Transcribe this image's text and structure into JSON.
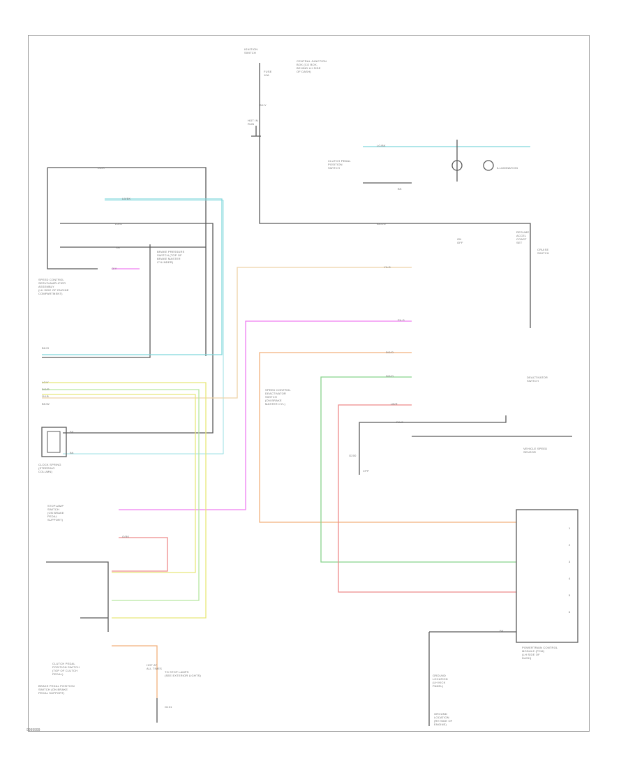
{
  "labels": {
    "ignition_switch": "IGNITION\nSWITCH",
    "central_junction_box": "CENTRAL JUNCTION\nBOX (C/J BOX,\nBEHIND LH SIDE\nOF DASH)",
    "fuse": "FUSE\n10A",
    "hot_in_run": "HOT IN\nRUN",
    "clutch_pedal_switch": "CLUTCH PEDAL\nPOSITION\nSWITCH",
    "illumination": "ILLUMINATION",
    "cruise_switch": "CRUISE\nSWITCH",
    "on_off_switch": "ON\nOFF",
    "resume_switch": "RESUME\nACCEL\nCOAST\nSET",
    "speed_control_servo": "SPEED CONTROL\nSERVO/AMPLIFIER\nASSEMBLY\n(LH SIDE OF ENGINE\nCOMPARTMENT)",
    "brake_switch": "BRAKE PRESSURE\nSWITCH (TOP OF\nBRAKE MASTER\nCYLINDER)",
    "speed_control_deactivator": "SPEED CONTROL\nDEACTIVATOR\nSWITCH\n(ON BRAKE\nMASTER CYL)",
    "vss": "VEHICLE SPEED\nSENSOR",
    "clock_spring": "CLOCK SPRING\n(STEERING\nCOLUMN)",
    "deactivator_switch": "DEACTIVATOR\nSWITCH",
    "stop_lamp_switch": "STOPLAMP\nSWITCH\n(ON BRAKE\nPEDAL\nSUPPORT)",
    "clutch_pedal": "CLUTCH PEDAL\nPOSITION SWITCH\n(TOP OF CLUTCH\nPEDAL)",
    "brake_pedal_position": "BRAKE PEDAL POSITION\nSWITCH (ON BRAKE\nPEDAL SUPPORT)",
    "to_stop_lamps": "TO STOP LAMPS\n(SEE EXTERIOR LIGHTS)",
    "g200": "G200",
    "g101": "G101",
    "hot_at_all_times": "HOT AT\nALL TIMES",
    "pcm": "POWERTRAIN CONTROL\nMODULE (PCM)\n(LH SIDE OF\nDASH)",
    "cpp": "CPP",
    "ground_loc_1": "GROUND\nLOCATION\n(LH KICK\nPANEL)",
    "ground_loc_2": "GROUND\nLOCATION\n(RH SIDE OF\nENGINE)",
    "servo_pins": "1\n2\n3\n4\n5\n6"
  },
  "wires": {
    "w1": "BK/Y",
    "w2": "LG/BK",
    "w3": "BK",
    "w4": "LG/R",
    "w5": "LB/BK",
    "w6": "BK/LG",
    "w7": "Y/LG",
    "w8": "LG/O",
    "w9": "Y/R",
    "w10": "O/Y",
    "w11": "BK/O",
    "w12": "P/LG",
    "w13": "DG/O",
    "w14": "DG/O",
    "w15": "LB/R",
    "w16": "R/LG",
    "w17": "LG/Y",
    "w18": "DG/R",
    "w19": "O/LB",
    "w20": "BK/W",
    "w21": "O/BK",
    "w22": "BK",
    "w23": "BK",
    "w24": "BK"
  },
  "footer": "9999999",
  "colors": {
    "frame": "#9a9a9a",
    "wire_black": "#5a5a5a",
    "wire_cyan": "#7fd7dc",
    "wire_pink": "#ef7ef0",
    "wire_orange": "#f2b07c",
    "wire_tan": "#eed2a6",
    "wire_yellow": "#e8e87a",
    "wire_green": "#88d38c",
    "wire_red": "#ee8a8a",
    "wire_lightgreen": "#b6e6a0"
  }
}
